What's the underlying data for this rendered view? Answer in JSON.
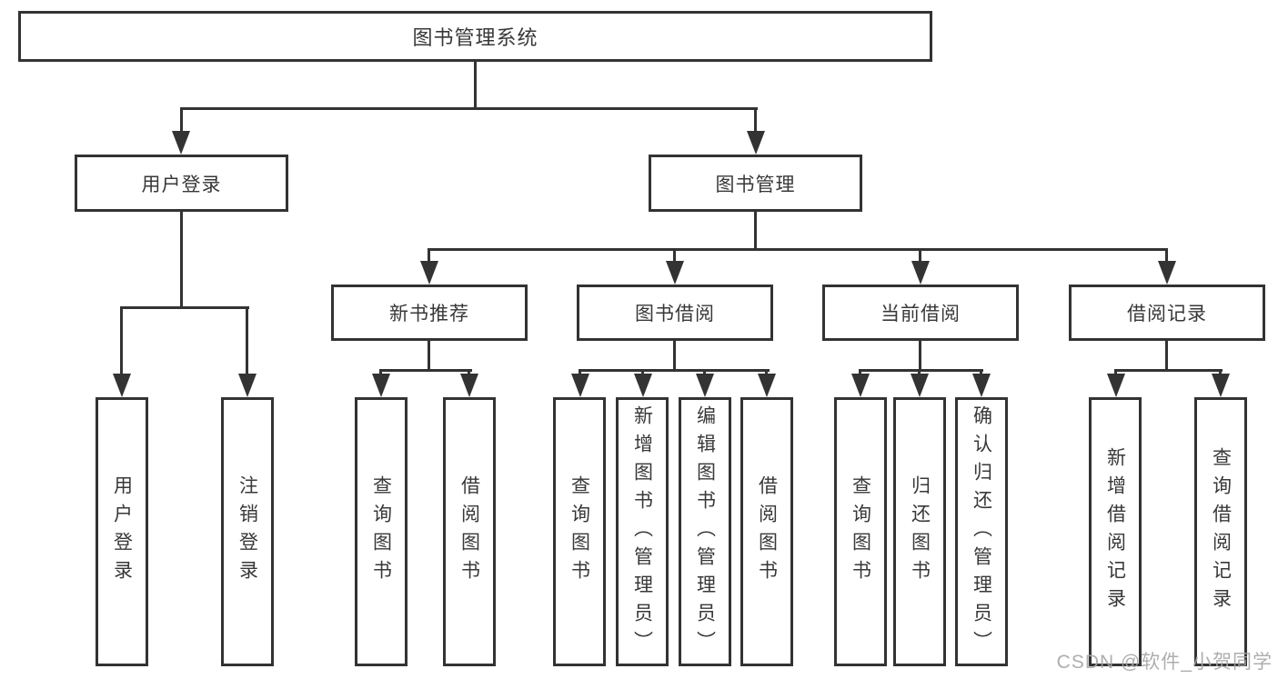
{
  "colors": {
    "line": "#333333",
    "text": "#383838",
    "box_fill": "#ffffff",
    "watermark": "#a5a5a5"
  },
  "watermark": {
    "text": "CSDN @软件_小贺同学"
  },
  "tree": {
    "root": {
      "label": "图书管理系统"
    },
    "branches": [
      {
        "label": "用户登录",
        "children": [
          {
            "label": "用户登录"
          },
          {
            "label": "注销登录"
          }
        ]
      },
      {
        "label": "图书管理",
        "children": [
          {
            "label": "新书推荐",
            "children": [
              {
                "label": "查询图书"
              },
              {
                "label": "借阅图书"
              }
            ]
          },
          {
            "label": "图书借阅",
            "children": [
              {
                "label": "查询图书"
              },
              {
                "label": "新增图书（管理员）"
              },
              {
                "label": "编辑图书（管理员）"
              },
              {
                "label": "借阅图书"
              }
            ]
          },
          {
            "label": "当前借阅",
            "children": [
              {
                "label": "查询图书"
              },
              {
                "label": "归还图书"
              },
              {
                "label": "确认归还（管理员）"
              }
            ]
          },
          {
            "label": "借阅记录",
            "children": [
              {
                "label": "新增借阅记录"
              },
              {
                "label": "查询借阅记录"
              }
            ]
          }
        ]
      }
    ]
  }
}
